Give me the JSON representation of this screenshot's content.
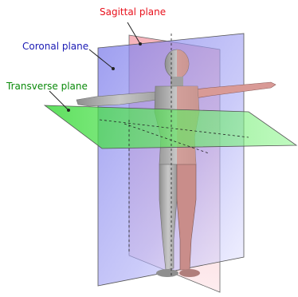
{
  "labels": {
    "sagittal": "Sagittal plane",
    "coronal": "Coronal plane",
    "transverse": "Transverse plane"
  },
  "colors": {
    "sagittal": "#e8111c",
    "coronal": "#1a1ab4",
    "transverse": "#0a8a0a",
    "sagittal_fill": "#f4a7b0",
    "coronal_fill": "#8c8cf0",
    "transverse_fill": "#3ce63c",
    "body_grey": "#a9a9a9"
  }
}
